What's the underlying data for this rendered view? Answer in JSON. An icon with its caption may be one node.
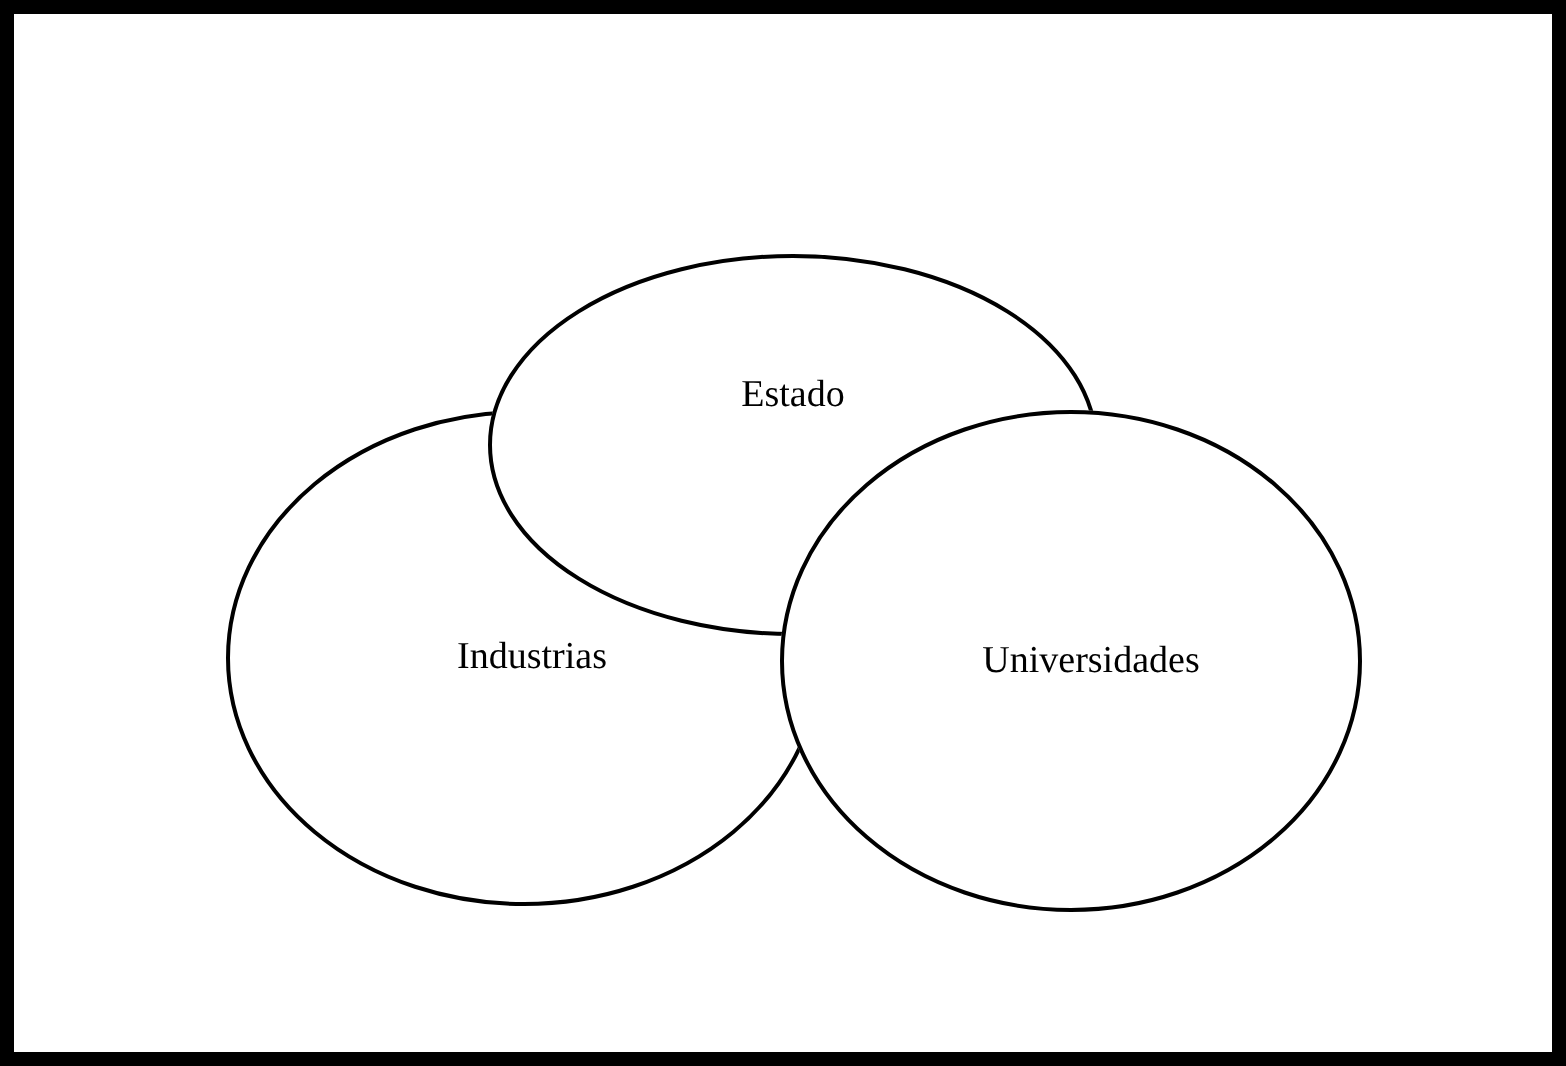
{
  "diagram": {
    "nodes": [
      {
        "text": [
          "Estado"
        ]
      },
      {
        "text": [
          "Industrias"
        ]
      },
      {
        "text": [
          "Universidades"
        ]
      }
    ]
  }
}
